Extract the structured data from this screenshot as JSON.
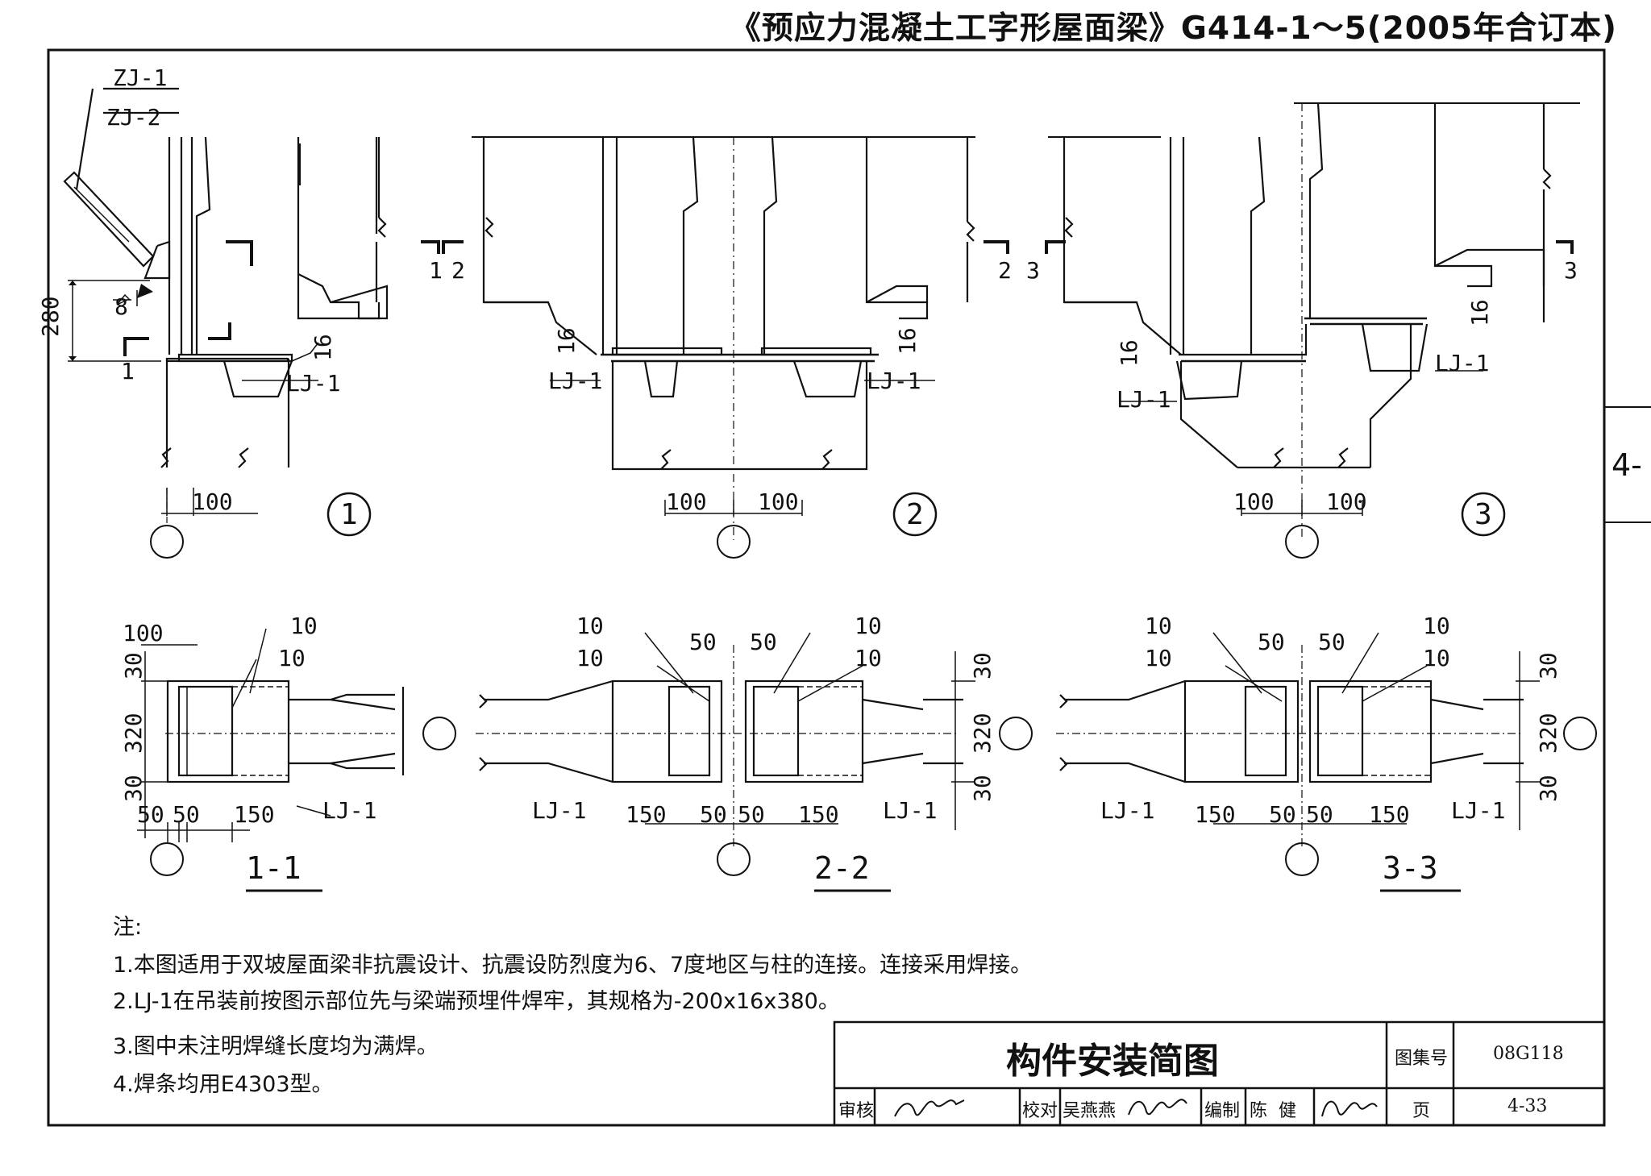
{
  "header": {
    "doc_title": "《预应力混凝土工字形屋面梁》G414-1～5(2005年合订本)"
  },
  "side_tab": "4-",
  "detail_1": {
    "labels": {
      "zj1": "ZJ-1",
      "zj2": "ZJ-2",
      "weld_8": "8",
      "dim_280": "280",
      "dim_16": "16",
      "lj1": "LJ-1",
      "dim_100": "100",
      "sec_left": "1",
      "sec_right": "1",
      "bubble": "1"
    }
  },
  "detail_2": {
    "labels": {
      "sec_left": "2",
      "sec_right": "2",
      "dim_16_left": "16",
      "dim_16_right": "16",
      "lj1_left": "LJ-1",
      "lj1_right": "LJ-1",
      "dim_100_left": "100",
      "dim_100_right": "100",
      "bubble": "2"
    }
  },
  "detail_3": {
    "labels": {
      "sec_left": "3",
      "sec_right": "3",
      "dim_16_left": "16",
      "dim_16_right": "16",
      "lj1_left": "LJ-1",
      "lj1_right": "LJ-1",
      "dim_100_left": "100",
      "dim_100_right": "100",
      "bubble": "3"
    }
  },
  "section_1_1": {
    "title": "1-1",
    "labels": {
      "dim_100": "100",
      "weld_a": "10",
      "weld_b": "10",
      "dim_30_top": "30",
      "dim_320": "320",
      "dim_30_bot": "30",
      "dim_50a": "50",
      "dim_50b": "50",
      "dim_150": "150",
      "lj1": "LJ-1"
    }
  },
  "section_2_2": {
    "title": "2-2",
    "labels": {
      "weld_l1": "10",
      "weld_l2": "10",
      "weld_r1": "10",
      "weld_r2": "10",
      "dim_50_l": "50",
      "dim_50_r": "50",
      "dim_150_l": "150",
      "dim_50b_l": "50",
      "dim_50b_r": "50",
      "dim_150_r": "150",
      "lj1_left": "LJ-1",
      "lj1_right": "LJ-1",
      "dim_30_top": "30",
      "dim_320": "320",
      "dim_30_bot": "30"
    }
  },
  "section_3_3": {
    "title": "3-3",
    "labels": {
      "weld_l1": "10",
      "weld_l2": "10",
      "weld_r1": "10",
      "weld_r2": "10",
      "dim_50_l": "50",
      "dim_50_r": "50",
      "dim_150_l": "150",
      "dim_50b_l": "50",
      "dim_50b_r": "50",
      "dim_150_r": "150",
      "lj1_left": "LJ-1",
      "lj1_right": "LJ-1",
      "dim_30_top": "30",
      "dim_320": "320",
      "dim_30_bot": "30"
    }
  },
  "notes": {
    "heading": "注:",
    "items": [
      "1.本图适用于双坡屋面梁非抗震设计、抗震设防烈度为6、7度地区与柱的连接。连接采用焊接。",
      "2.LJ-1在吊装前按图示部位先与梁端预埋件焊牢，其规格为-200x16x380。",
      "3.图中未注明焊缝长度均为满焊。",
      "4.焊条均用E4303型。"
    ]
  },
  "title_block": {
    "drawing_title": "构件安装简图",
    "atlas_label": "图集号",
    "atlas_no": "08G118",
    "review_label": "审核",
    "check_label": "校对",
    "checker_name": "吴燕燕",
    "compile_label": "编制",
    "compiler_name": "陈  健",
    "page_label": "页",
    "page_no": "4-33"
  }
}
